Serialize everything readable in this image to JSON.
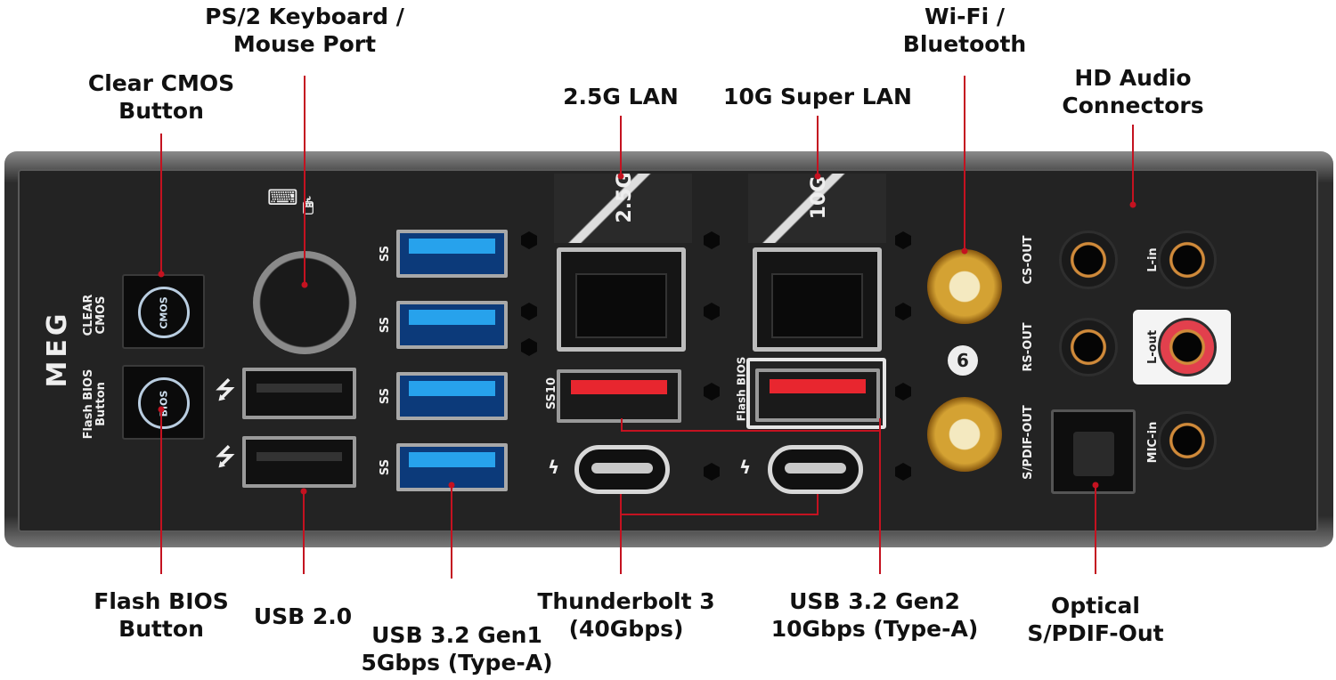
{
  "callouts_top": {
    "ps2": "PS/2 Keyboard /\nMouse Port",
    "clear_cmos": "Clear CMOS\nButton",
    "lan_25g": "2.5G LAN",
    "lan_10g": "10G Super LAN",
    "wifi": "Wi-Fi /\nBluetooth",
    "hd_audio": "HD Audio\nConnectors"
  },
  "callouts_bottom": {
    "flash_bios": "Flash BIOS\nButton",
    "usb20": "USB 2.0",
    "usb32_gen1": "USB 3.2 Gen1\n5Gbps (Type-A)",
    "thunderbolt": "Thunderbolt 3\n(40Gbps)",
    "usb32_gen2": "USB 3.2 Gen2\n10Gbps (Type-A)",
    "optical": "Optical\nS/PDIF-Out"
  },
  "panel": {
    "logo": "MEG",
    "clear_cmos_label": "CLEAR\nCMOS",
    "cmos_button_text": "CMOS",
    "flash_bios_label": "Flash BIOS\nButton",
    "bios_button_text": "BIOS",
    "lan1_badge": "2.5G",
    "lan2_badge": "10G",
    "flash_bios_port_label": "Flash BIOS",
    "ss_label": "SS",
    "ss10_label": "SS10",
    "wifi6_badge": "6",
    "audio": {
      "cs_out": "CS-OUT",
      "l_in": "L-in",
      "rs_out": "RS-OUT",
      "l_out": "L-out",
      "spdif_out": "S/PDIF-OUT",
      "mic_in": "MIC-in"
    }
  },
  "colors": {
    "callout_line": "#c41220",
    "usb3_blue": "#27a2ec",
    "usb_gen2_red": "#e8262f"
  }
}
